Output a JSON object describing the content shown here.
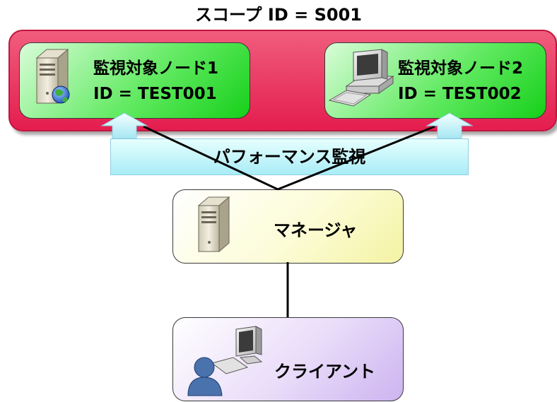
{
  "diagram": {
    "scope_title": "スコープ ID = S001",
    "node1": {
      "name": "監視対象ノード1",
      "id_text": "ID = TEST001"
    },
    "node2": {
      "name": "監視対象ノード2",
      "id_text": "ID = TEST002"
    },
    "band_label": "パフォーマンス監視",
    "manager_label": "マネージャ",
    "client_label": "クライアント"
  },
  "colors": {
    "scope_fill": "#e41d4f",
    "node_fill": "#63ea63",
    "band_fill": "#bdf1f8",
    "manager_fill": "#fcfcd7",
    "client_fill": "#e9dcf9"
  },
  "icons": {
    "node1": "server-globe-icon",
    "node2": "desktop-computer-icon",
    "manager": "server-icon",
    "client": "user-computer-icon"
  }
}
